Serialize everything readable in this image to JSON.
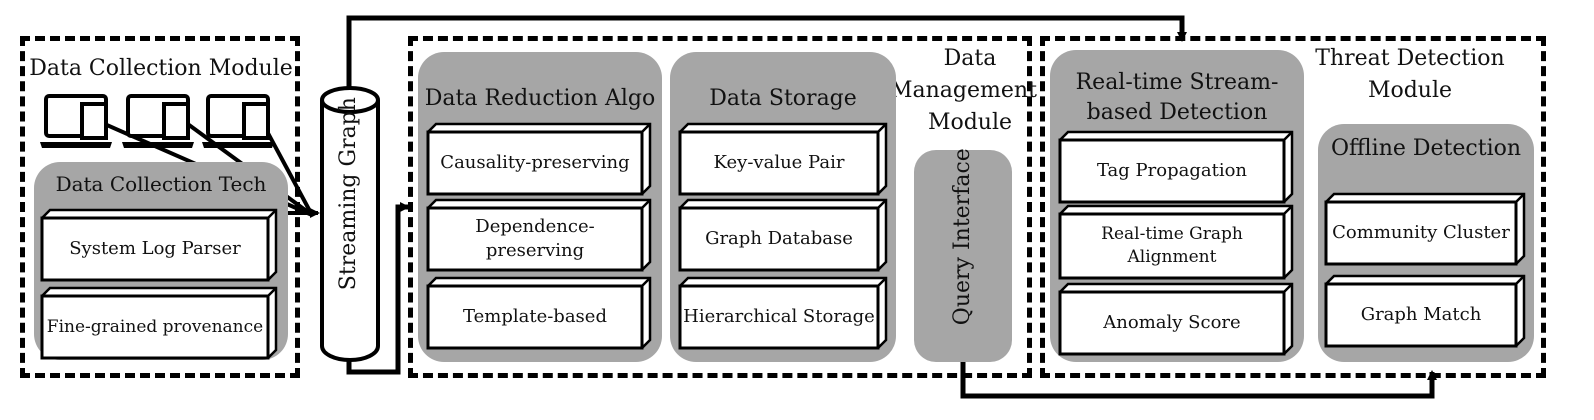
{
  "collection": {
    "title": "Data Collection Module",
    "tech_title": "Data Collection Tech",
    "boxes": [
      "System Log Parser",
      "Fine-grained provenance"
    ]
  },
  "streaming_graph": "Streaming Graph",
  "management": {
    "title_line1": "Data",
    "title_line2": "Management",
    "title_line3": "Module",
    "reduction_title": "Data Reduction Algo",
    "reduction_boxes": [
      "Causality-preserving",
      "Dependence-\npreserving",
      "Template-based"
    ],
    "storage_title": "Data Storage",
    "storage_boxes": [
      "Key-value Pair",
      "Graph Database",
      "Hierarchical Storage"
    ],
    "query_interface": "Query Interface"
  },
  "threat": {
    "title_line1": "Threat Detection",
    "title_line2": "Module",
    "realtime_title_line1": "Real-time Stream-",
    "realtime_title_line2": "based Detection",
    "realtime_boxes": [
      "Tag Propagation",
      "Real-time Graph\nAlignment",
      "Anomaly Score"
    ],
    "offline_title": "Offline Detection",
    "offline_boxes": [
      "Community Cluster",
      "Graph Match"
    ]
  }
}
